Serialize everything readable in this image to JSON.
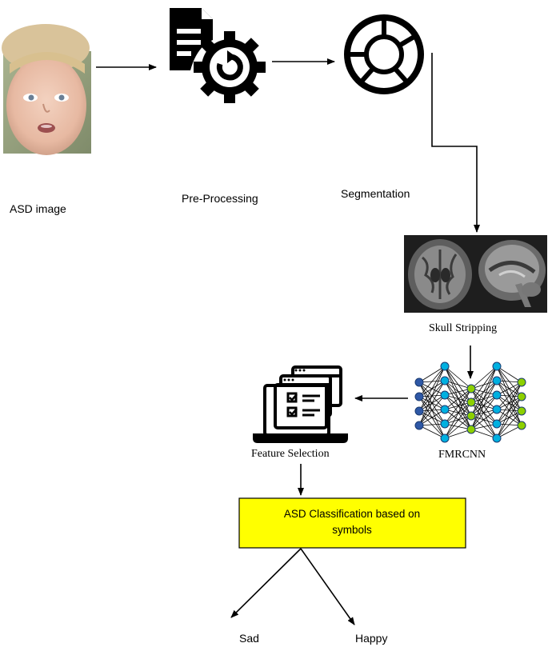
{
  "nodes": {
    "asd_image": {
      "label": "ASD image"
    },
    "preprocessing": {
      "label": "Pre-Processing"
    },
    "segmentation": {
      "label": "Segmentation"
    },
    "skull_stripping": {
      "label": "Skull Stripping"
    },
    "fmrcnn": {
      "label": "FMRCNN"
    },
    "feature_selection": {
      "label": "Feature Selection"
    },
    "classification": {
      "label_line1": "ASD Classification based on",
      "label_line2": "symbols",
      "fill": "#ffff00"
    },
    "sad": {
      "label": "Sad"
    },
    "happy": {
      "label": "Happy"
    }
  },
  "icons": {
    "asd_image": "child-face-photo",
    "preprocessing": "document-gear-icon",
    "segmentation": "segmented-ring-icon",
    "skull_stripping": "brain-mri-photo",
    "fmrcnn": "neural-network-icon",
    "feature_selection": "laptop-checklist-icon"
  },
  "colors": {
    "node_blue": "#2e58a6",
    "node_green": "#8dd000",
    "node_cyan": "#00b0e0",
    "box_fill": "#ffff00"
  }
}
